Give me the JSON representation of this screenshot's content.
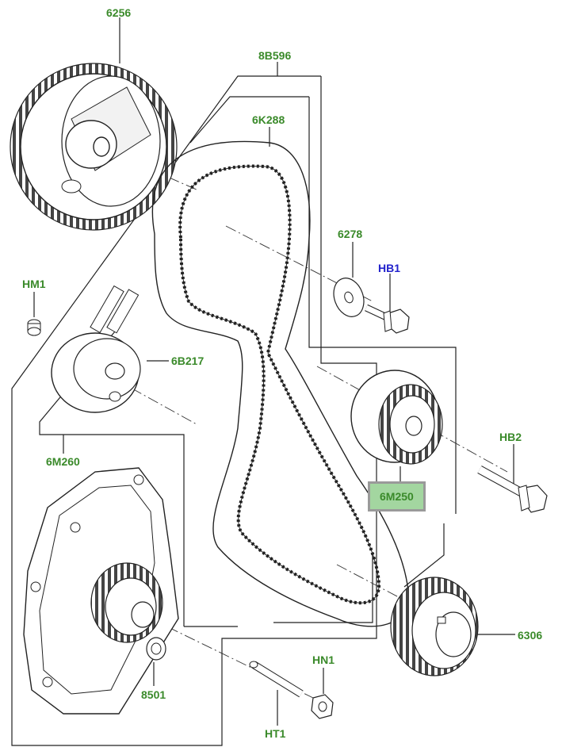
{
  "colors": {
    "part_label": "#3a8a2a",
    "fixing_label": "#2222cc",
    "highlight_fill": "#a3d6a0",
    "highlight_border": "#9a9a9a",
    "linework": "#222222"
  },
  "callouts": {
    "camshaft_sprocket": "6256",
    "belt_cover": "8B596",
    "timing_belt": "6K288",
    "washer": "6278",
    "idler_bolt": "HB1",
    "auto_tensioner_stud": "HM1",
    "tensioner": "6B217",
    "idler_pulley": "6M250",
    "pulley_bolt": "HB2",
    "tensioner_kit": "6M260",
    "crank_sprocket": "6306",
    "water_pump": "8501",
    "stud_nut": "HN1",
    "stud": "HT1"
  },
  "selected_part": "6M250"
}
